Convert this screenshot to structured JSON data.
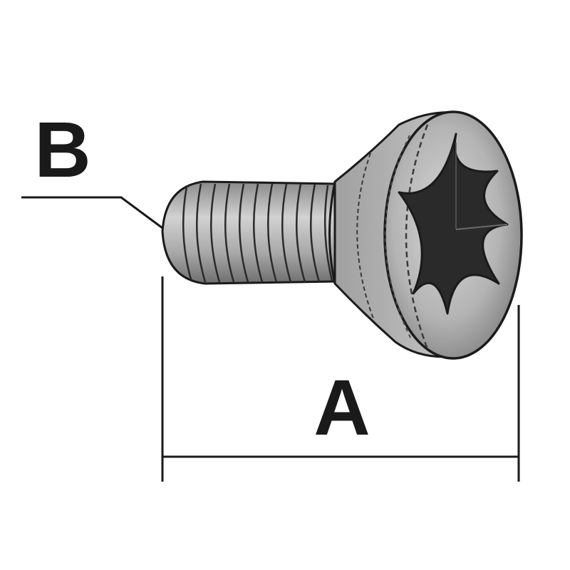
{
  "diagram": {
    "labels": {
      "length": "A",
      "thread": "B"
    },
    "colors": {
      "ink": "#1a1a1a",
      "metal_light": "#c8c8c8",
      "metal_mid": "#9a9a9a",
      "metal_dark": "#5a5a5a",
      "recess": "#2a2a2a"
    },
    "parts": [
      "screw-shaft",
      "screw-head",
      "torx-recess",
      "dimension-a",
      "leader-b"
    ]
  }
}
